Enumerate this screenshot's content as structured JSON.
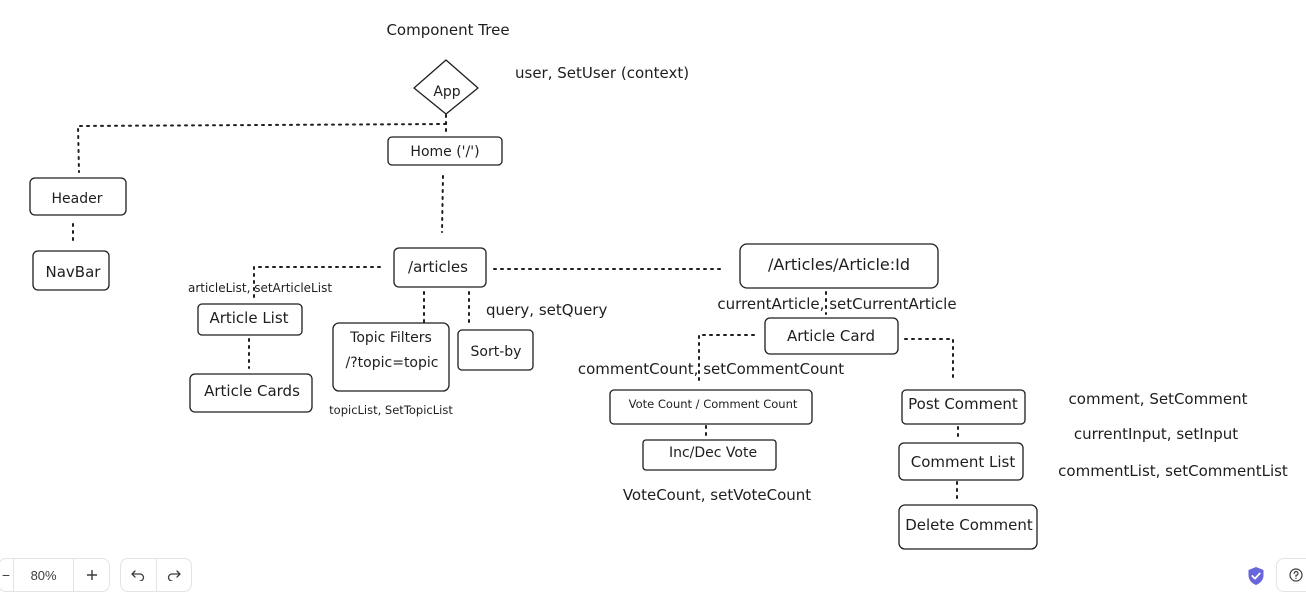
{
  "diagram": {
    "title": "Component Tree",
    "nodes": {
      "app": "App",
      "home": "Home ('/')",
      "header": "Header",
      "navbar": "NavBar",
      "articles": "/articles",
      "article_by_id": "/Articles/Article:Id",
      "article_list": "Article List",
      "article_cards": "Article Cards",
      "topic_filters_line1": "Topic Filters",
      "topic_filters_line2": "/?topic=topic",
      "sort_by": "Sort-by",
      "article_card": "Article Card",
      "vote_comment_count": "Vote Count / Comment Count",
      "inc_dec_vote": "Inc/Dec Vote",
      "post_comment": "Post Comment",
      "comment_list": "Comment List",
      "delete_comment": "Delete Comment"
    },
    "state_labels": {
      "user_context": "user, SetUser (context)",
      "article_list_state": "articleList, setArticleList",
      "query_state": "query, setQuery",
      "topic_list_state": "topicList, SetTopicList",
      "current_article_state": "currentArticle, setCurrentArticle",
      "comment_count_state": "commentCount, setCommentCount",
      "vote_count_state": "VoteCount, setVoteCount",
      "comment_state": "comment, SetComment",
      "current_input_state": "currentInput, setInput",
      "comment_list_state": "commentList, setCommentList"
    }
  },
  "toolbar": {
    "zoom_level": "80%",
    "zoom_out_icon": "minus-icon",
    "zoom_in_icon": "plus-icon",
    "undo_icon": "undo-icon",
    "redo_icon": "redo-icon",
    "help_icon": "help-icon",
    "shield_icon": "shield-check-icon"
  },
  "colors": {
    "stroke": "#1e1e1e",
    "background": "#ffffff",
    "shield": "#6965db"
  }
}
